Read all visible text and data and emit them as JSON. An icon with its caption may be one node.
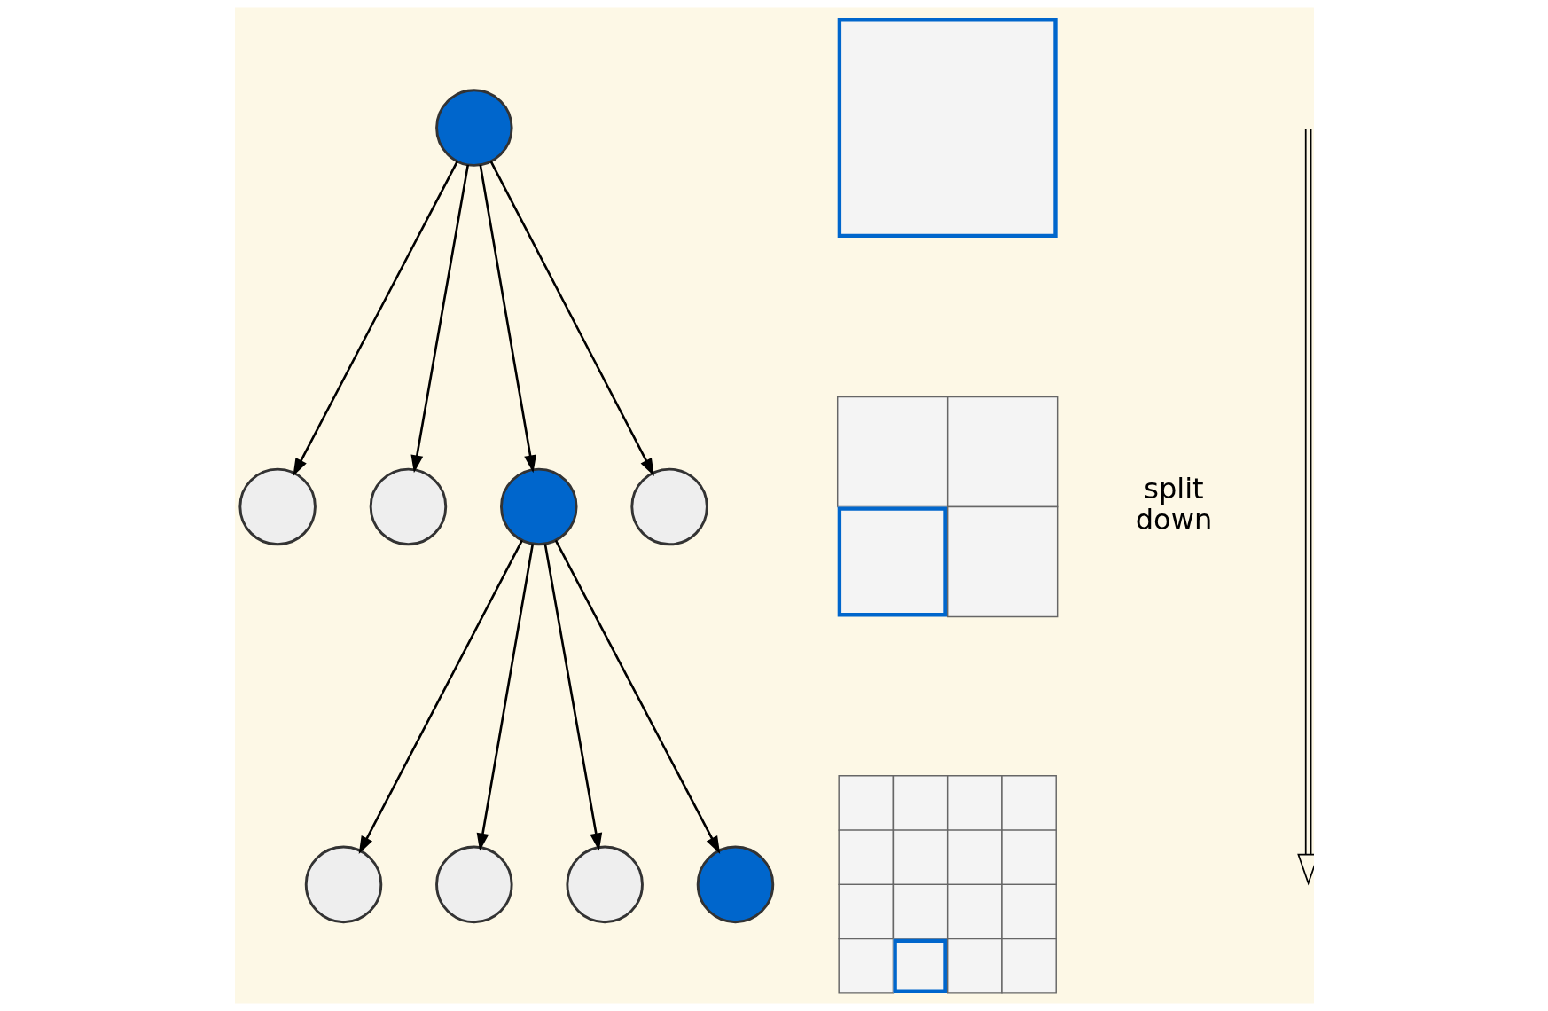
{
  "diagram": {
    "nodes": [
      {
        "text": [],
        "shape": "circle"
      },
      {
        "text": [],
        "shape": "circle"
      },
      {
        "text": [],
        "shape": "circle"
      },
      {
        "text": [],
        "shape": "circle"
      },
      {
        "text": [],
        "shape": "circle"
      },
      {
        "text": [],
        "shape": "circle"
      },
      {
        "text": [],
        "shape": "circle"
      },
      {
        "text": [],
        "shape": "circle"
      },
      {
        "text": [],
        "shape": "circle"
      },
      {
        "text": [],
        "shape": "grid"
      },
      {
        "text": [],
        "shape": "grid"
      },
      {
        "text": [],
        "shape": "grid"
      }
    ],
    "edges": [
      {
        "from": 0,
        "to": 1,
        "arrow": "to"
      },
      {
        "from": 0,
        "to": 2,
        "arrow": "to"
      },
      {
        "from": 0,
        "to": 3,
        "arrow": "to"
      },
      {
        "from": 0,
        "to": 4,
        "arrow": "to"
      },
      {
        "from": 3,
        "to": 5,
        "arrow": "to"
      },
      {
        "from": 3,
        "to": 6,
        "arrow": "to"
      },
      {
        "from": 3,
        "to": 7,
        "arrow": "to"
      },
      {
        "from": 3,
        "to": 8,
        "arrow": "to"
      }
    ],
    "labels": [
      "split down"
    ]
  }
}
